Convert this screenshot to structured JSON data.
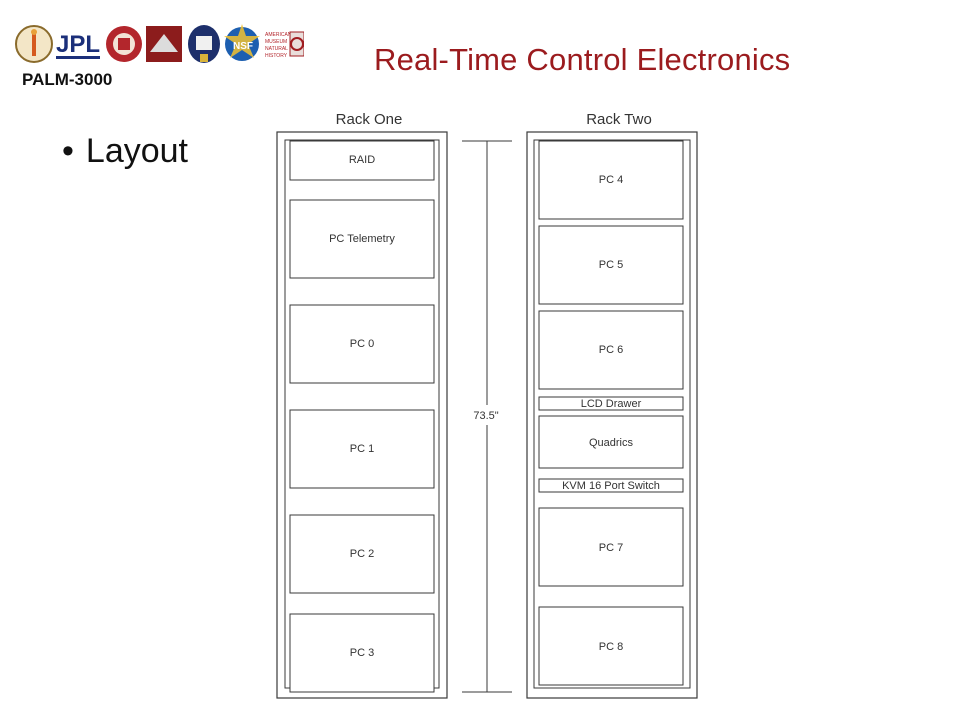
{
  "header": {
    "project": "PALM-3000",
    "title": "Real-Time Control Electronics",
    "logos": [
      {
        "name": "caltech-seal-logo"
      },
      {
        "name": "jpl-logo",
        "text": "JPL"
      },
      {
        "name": "cornell-seal-logo"
      },
      {
        "name": "eagle-crest-logo"
      },
      {
        "name": "oxford-crest-logo"
      },
      {
        "name": "nsf-logo",
        "text": "NSF"
      },
      {
        "name": "amnh-logo",
        "text": "American Museum Natural History"
      },
      {
        "name": "red-emblem-logo"
      }
    ]
  },
  "bullet": {
    "text": "Layout"
  },
  "diagram": {
    "height_label": "73.5\"",
    "racks": [
      {
        "title": "Rack One",
        "units": [
          "RAID",
          "PC Telemetry",
          "PC 0",
          "PC 1",
          "PC 2",
          "PC 3"
        ]
      },
      {
        "title": "Rack Two",
        "units": [
          "PC 4",
          "PC 5",
          "PC 6",
          "LCD Drawer",
          "Quadrics",
          "KVM 16 Port Switch",
          "PC 7",
          "PC 8"
        ]
      }
    ]
  },
  "colors": {
    "title": "#9b1b1e",
    "line": "#3a3a3a"
  }
}
